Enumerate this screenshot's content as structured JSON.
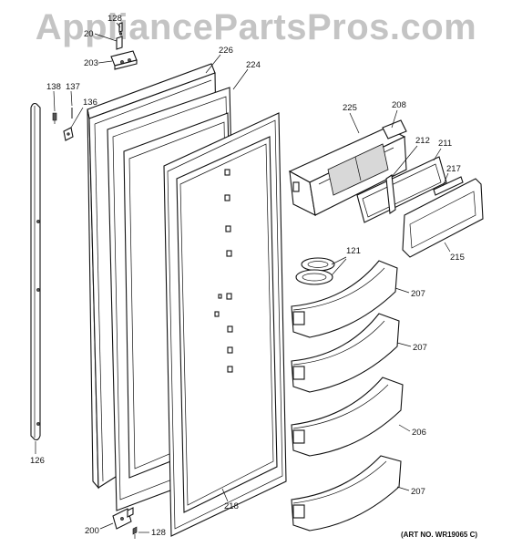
{
  "watermark": "AppliancePartsPros.com",
  "art_number": "(ART NO. WR19065 C)",
  "callouts": {
    "c128_top": "128",
    "c20": "20",
    "c203": "203",
    "c226": "226",
    "c224": "224",
    "c138": "138",
    "c137": "137",
    "c136": "136",
    "c225": "225",
    "c208": "208",
    "c212": "212",
    "c211": "211",
    "c217": "217",
    "c215": "215",
    "c121": "121",
    "c207_a": "207",
    "c207_b": "207",
    "c206": "206",
    "c207_c": "207",
    "c126": "126",
    "c218": "218",
    "c200": "200",
    "c128_bottom": "128"
  }
}
